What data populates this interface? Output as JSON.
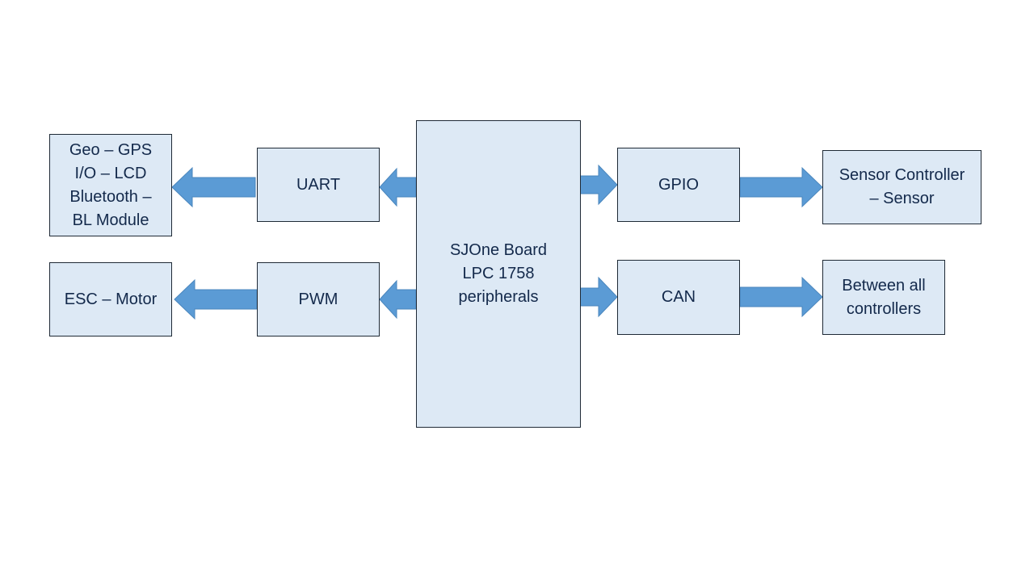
{
  "diagram": {
    "center": {
      "lines": [
        "SJOne Board",
        "LPC 1758",
        "peripherals"
      ]
    },
    "interfaces": {
      "uart": "UART",
      "pwm": "PWM",
      "gpio": "GPIO",
      "can": "CAN"
    },
    "devices": {
      "uart_targets": [
        "Geo – GPS",
        "I/O – LCD",
        "Bluetooth –",
        "BL Module"
      ],
      "pwm_target": [
        "ESC – Motor"
      ],
      "gpio_target": [
        "Sensor Controller",
        "– Sensor"
      ],
      "can_target": [
        "Between all",
        "controllers"
      ]
    },
    "colors": {
      "box_fill": "#dde9f5",
      "box_border": "#1f2a36",
      "arrow_fill": "#5b9bd5",
      "text": "#13294b"
    }
  }
}
